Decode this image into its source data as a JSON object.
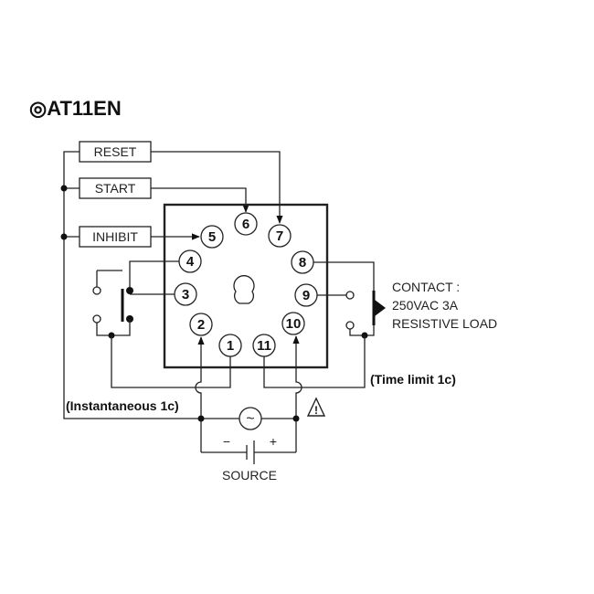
{
  "title": "◎AT11EN",
  "inputs": {
    "reset": "RESET",
    "start": "START",
    "inhibit": "INHIBIT"
  },
  "pins": [
    "1",
    "2",
    "3",
    "4",
    "5",
    "6",
    "7",
    "8",
    "9",
    "10",
    "11"
  ],
  "contact": {
    "line1": "CONTACT :",
    "line2": "250VAC 3A",
    "line3": "RESISTIVE LOAD"
  },
  "labels": {
    "instantaneous": "(Instantaneous 1c)",
    "time_limit": "(Time limit 1c)",
    "source": "SOURCE",
    "minus": "−",
    "plus": "+",
    "ac": "~",
    "warning": "!"
  }
}
